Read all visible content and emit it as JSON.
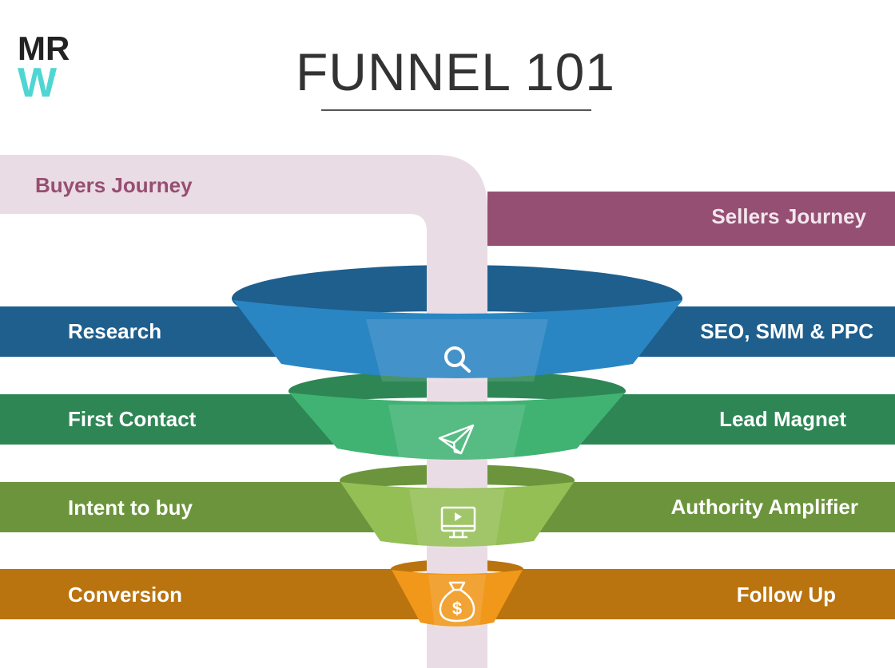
{
  "logo": {
    "line1": "MR",
    "line2": "W",
    "line1_color": "#222222",
    "line2_color": "#4fd6d3"
  },
  "title": "FUNNEL 101",
  "journeys": {
    "buyers": {
      "label": "Buyers Journey",
      "band_color": "#eadce4",
      "text_color": "#964e72"
    },
    "sellers": {
      "label": "Sellers Journey",
      "band_color": "#954f72",
      "text_color": "#f3e6ee"
    }
  },
  "stages": [
    {
      "buyer_label": "Research",
      "seller_label": "SEO, SMM & PPC",
      "color": "#1e5f8e",
      "funnel_color": "#2a85c3",
      "icon": "search-icon"
    },
    {
      "buyer_label": "First Contact",
      "seller_label": "Lead Magnet",
      "color": "#2e8655",
      "funnel_color": "#40b373",
      "icon": "paper-plane-icon"
    },
    {
      "buyer_label": "Intent to buy",
      "seller_label": "Authority Amplifier",
      "color": "#6c943c",
      "funnel_color": "#93bf55",
      "icon": "video-monitor-icon"
    },
    {
      "buyer_label": "Conversion",
      "seller_label": "Follow Up",
      "color": "#b9730f",
      "funnel_color": "#f1971a",
      "icon": "money-bag-icon"
    }
  ]
}
